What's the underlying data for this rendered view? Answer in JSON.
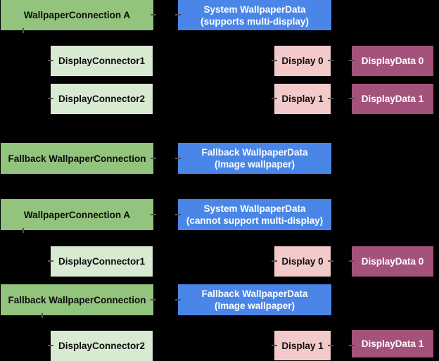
{
  "diagram": {
    "title_hint": "Wallpaper connection / data mapping diagram",
    "background_color": "#000000",
    "colors": {
      "connection_green": "#93C47D",
      "connector_light_green": "#D9EAD3",
      "wallpaper_data_blue": "#4A86E8",
      "display_pink": "#F3C9CA",
      "display_data_magenta": "#A4527C",
      "connector_tick_gray": "#515151",
      "text_dark": "#0d0d0d",
      "text_light": "#ffffff"
    },
    "boxes": [
      {
        "label": "WallpaperConnection A",
        "type": "wallpaper-connection"
      },
      {
        "label": "System WallpaperData\n(supports multi-display)",
        "type": "wallpaper-data"
      },
      {
        "label": "DisplayConnector1",
        "type": "display-connector"
      },
      {
        "label": "Display 0",
        "type": "display"
      },
      {
        "label": "DisplayData 0",
        "type": "display-data"
      },
      {
        "label": "DisplayConnector2",
        "type": "display-connector"
      },
      {
        "label": "Display 1",
        "type": "display"
      },
      {
        "label": "DisplayData 1",
        "type": "display-data"
      },
      {
        "label": "Fallback WallpaperConnection",
        "type": "wallpaper-connection"
      },
      {
        "label": "Fallback WallpaperData\n(Image wallpaper)",
        "type": "wallpaper-data"
      },
      {
        "label": "WallpaperConnection A",
        "type": "wallpaper-connection"
      },
      {
        "label": "System WallpaperData\n(cannot support multi-display)",
        "type": "wallpaper-data"
      },
      {
        "label": "DisplayConnector1",
        "type": "display-connector"
      },
      {
        "label": "Display 0",
        "type": "display"
      },
      {
        "label": "DisplayData 0",
        "type": "display-data"
      },
      {
        "label": "Fallback WallpaperConnection",
        "type": "wallpaper-connection"
      },
      {
        "label": "Fallback WallpaperData\n(Image wallpaper)",
        "type": "wallpaper-data"
      },
      {
        "label": "DisplayConnector2",
        "type": "display-connector"
      },
      {
        "label": "Display 1",
        "type": "display"
      },
      {
        "label": "DisplayData 1",
        "type": "display-data"
      }
    ]
  }
}
